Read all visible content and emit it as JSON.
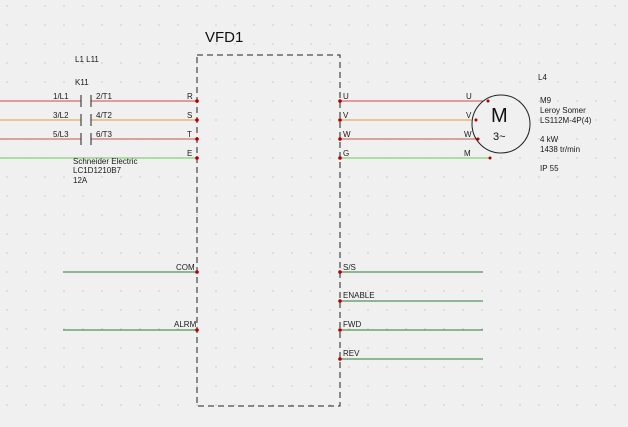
{
  "colors": {
    "background": "#f0f0f0",
    "grid_dot": "#b4b4b4",
    "phase_L1": "#d64545",
    "phase_L2": "#e8963a",
    "phase_L3": "#c25656",
    "earth": "#66cc55",
    "signal": "#2e7d32",
    "terminal": "#b00000",
    "outline": "#222222"
  },
  "drive": {
    "title": "VFD1"
  },
  "supply": {
    "label": "L1 L11"
  },
  "contactor": {
    "tag": "K11",
    "poles": [
      {
        "in": "1/L1",
        "out": "2/T1"
      },
      {
        "in": "3/L2",
        "out": "4/T2"
      },
      {
        "in": "5/L3",
        "out": "6/T3"
      }
    ],
    "manufacturer": "Schneider Electric",
    "part": "LC1D1210B7",
    "rating": "12A"
  },
  "vfd_inputs": [
    "R",
    "S",
    "T",
    "E"
  ],
  "vfd_outputs": [
    "U",
    "V",
    "W",
    "G"
  ],
  "control_left": [
    "COM",
    "ALRM"
  ],
  "control_right": [
    "S/S",
    "ENABLE",
    "FWD",
    "REV"
  ],
  "motor": {
    "line_label": "L4",
    "terminals": [
      "U",
      "V",
      "W",
      "M"
    ],
    "symbol_letter": "M",
    "symbol_phases": "3~",
    "tag": "M9",
    "manufacturer": "Leroy Somer",
    "model": "LS112M-4P(4)",
    "power": "4 kW",
    "speed": "1438 tr/min",
    "protection": "IP 55"
  }
}
